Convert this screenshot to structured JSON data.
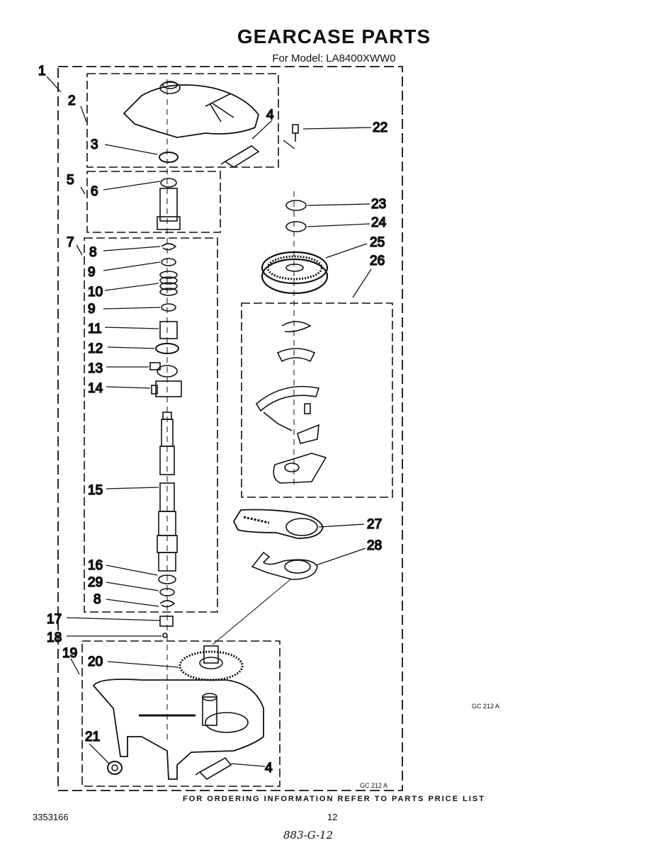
{
  "title": "GEARCASE PARTS",
  "model_line": "For Model: LA8400XWW0",
  "footer_note": "FOR ORDERING INFORMATION REFER TO PARTS PRICE LIST",
  "doc_number": "3353166",
  "page_number": "12",
  "handwritten_note": "883-G-12",
  "figure_code": "GC 212 A",
  "callouts": {
    "c1": "1",
    "c2": "2",
    "c3": "3",
    "c4a": "4",
    "c4b": "4",
    "c5": "5",
    "c6": "6",
    "c7": "7",
    "c8a": "8",
    "c8b": "8",
    "c9a": "9",
    "c9b": "9",
    "c10": "10",
    "c11": "11",
    "c12": "12",
    "c13": "13",
    "c14": "14",
    "c15": "15",
    "c16": "16",
    "c17": "17",
    "c18": "18",
    "c19": "19",
    "c20": "20",
    "c21": "21",
    "c22": "22",
    "c23": "23",
    "c24": "24",
    "c25": "25",
    "c26": "26",
    "c27": "27",
    "c28": "28",
    "c29": "29"
  }
}
